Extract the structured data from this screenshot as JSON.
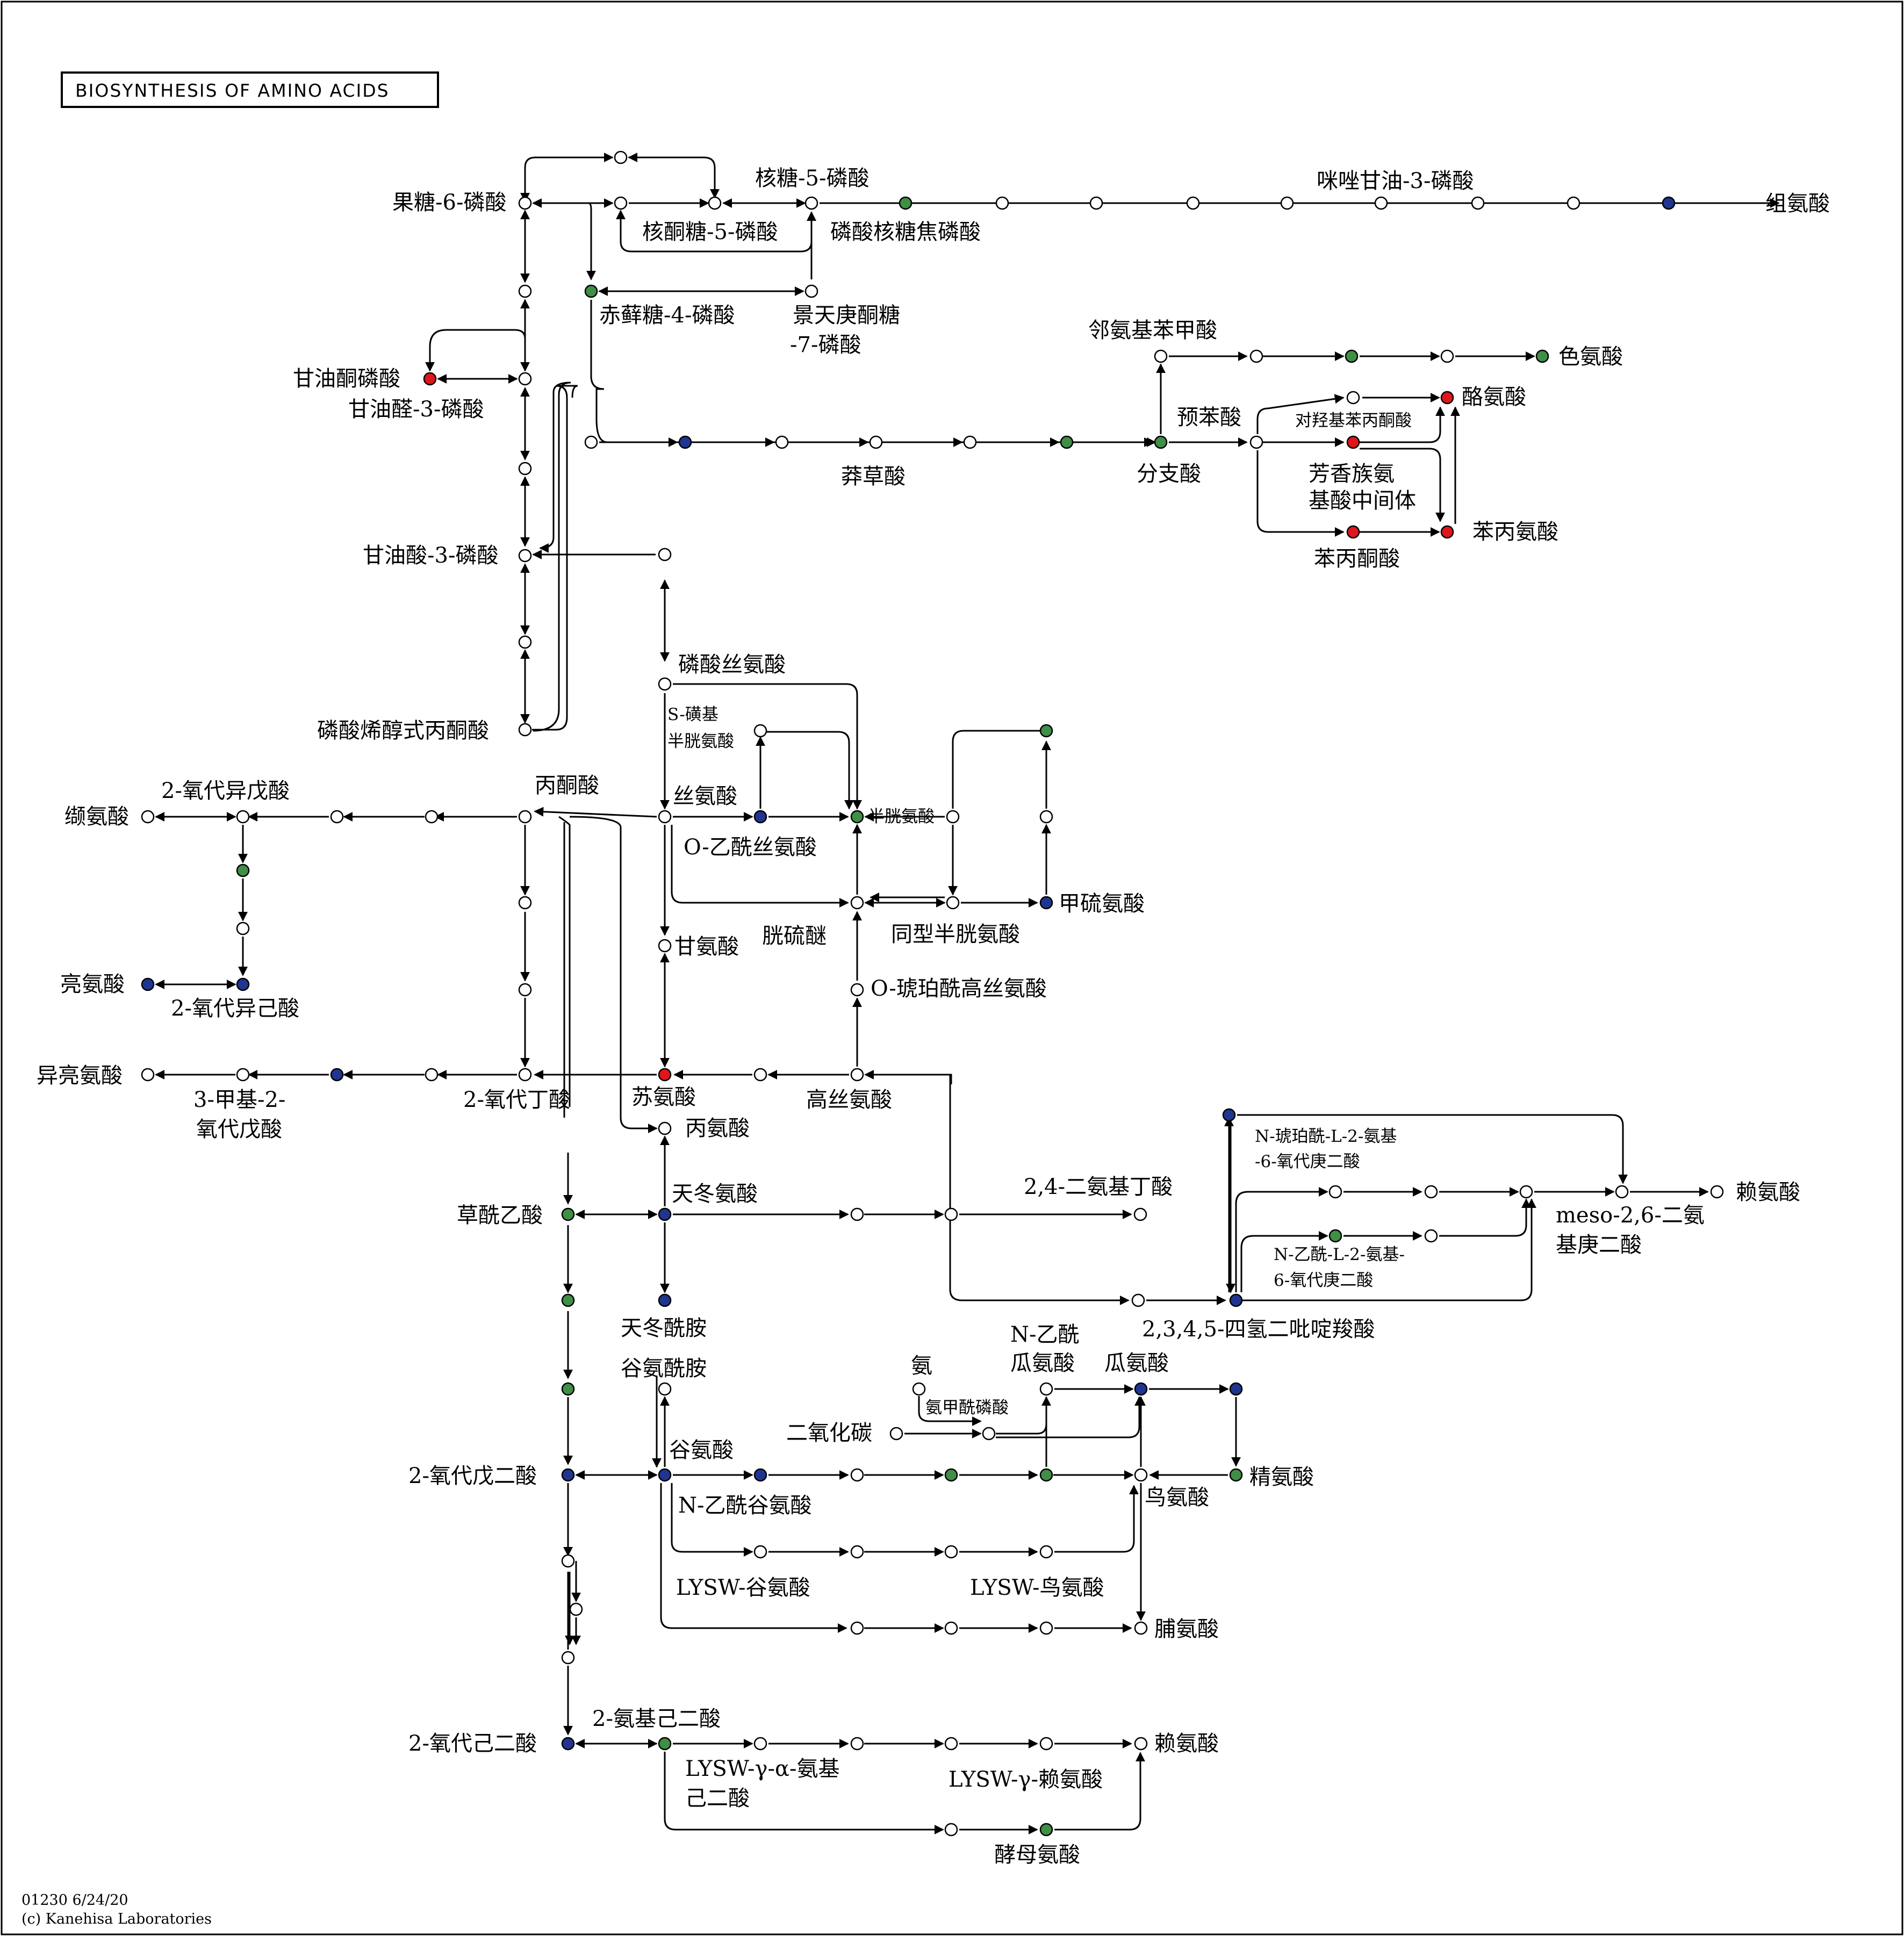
{
  "title": "BIOSYNTHESIS OF AMINO ACIDS",
  "footer": {
    "map_id": "01230 6/24/20",
    "copyright": "(c) Kanehisa Laboratories"
  },
  "colors": {
    "white": "#ffffff",
    "green": "#3f8f46",
    "blue": "#20358f",
    "red": "#e0161b"
  },
  "legend_note": "",
  "labels": {
    "fructose6p": "果糖-6-磷酸",
    "ribose5p": "核糖-5-磷酸",
    "ribulose5p": "核酮糖-5-磷酸",
    "prpp": "磷酸核糖焦磷酸",
    "igp": "咪唑甘油-3-磷酸",
    "histidine": "组氨酸",
    "erythrose4p": "赤藓糖-4-磷酸",
    "sedoheptulose": "景天庚酮糖",
    "sedoheptulose2": "-7-磷酸",
    "dhap": "甘油酮磷酸",
    "g3p": "甘油醛-3-磷酸",
    "anthranilate": "邻氨基苯甲酸",
    "tryptophan": "色氨酸",
    "prephenate": "预苯酸",
    "hpp": "对羟基苯丙酮酸",
    "tyrosine": "酪氨酸",
    "shikimate": "莽草酸",
    "chorismate": "分支酸",
    "arom1": "芳香族氨",
    "arom2": "基酸中间体",
    "phenylalanine": "苯丙氨酸",
    "phenylpyruvate": "苯丙酮酸",
    "pg3": "甘油酸-3-磷酸",
    "phosphoserine": "磷酸丝氨酸",
    "sulfocys1": "S-磺基",
    "sulfocys2": "半胱氨酸",
    "pep": "磷酸烯醇式丙酮酸",
    "oxoiso": "2-氧代异戊酸",
    "pyruvate": "丙酮酸",
    "serine": "丝氨酸",
    "cysteine": "半胱氨酸",
    "valine": "缬氨酸",
    "acetylserine": "O-乙酰丝氨酸",
    "methionine": "甲硫氨酸",
    "cystathionine": "胱硫醚",
    "homocysteine": "同型半胱氨酸",
    "glycine": "甘氨酸",
    "leucine": "亮氨酸",
    "oxoisocaproate": "2-氧代异己酸",
    "succhomoser": "O-琥珀酰高丝氨酸",
    "isoleucine": "异亮氨酸",
    "mop1": "3-甲基-2-",
    "mop2": "氧代戊酸",
    "oxobut": "2-氧代丁酸",
    "threonine": "苏氨酸",
    "homoserine": "高丝氨酸",
    "alanine": "丙氨酸",
    "sucdap1": "N-琥珀酰-L-2-氨基",
    "sucdap2": "-6-氧代庚二酸",
    "oxaloacetate": "草酰乙酸",
    "aspartate": "天冬氨酸",
    "dab": "2,4-二氨基丁酸",
    "mesodap1": "meso-2,6-二氨",
    "mesodap2": "基庚二酸",
    "lysine": "赖氨酸",
    "acdap1": "N-乙酰-L-2-氨基-",
    "acdap2": "6-氧代庚二酸",
    "asparagine": "天冬酰胺",
    "thdp": "2,3,4,5-四氢二吡啶羧酸",
    "glutamine": "谷氨酰胺",
    "ammonia": "氨",
    "acetylorn1": "N-乙酰",
    "acetylorn2": "瓜氨酸",
    "citrulline": "瓜氨酸",
    "carbamoylp": "氨甲酰磷酸",
    "co2": "二氧化碳",
    "oxoglutarate": "2-氧代戊二酸",
    "glutamate": "谷氨酸",
    "arginine": "精氨酸",
    "acetylglu": "N-乙酰谷氨酸",
    "ornithine": "鸟氨酸",
    "lyswglu": "LYSW-谷氨酸",
    "lyswornithine": "LYSW-鸟氨酸",
    "proline": "脯氨酸",
    "oxoadipate": "2-氧代己二酸",
    "aminoadipate": "2-氨基己二酸",
    "lysine2": "赖氨酸",
    "lyswaaa1": "LYSW-γ-α-氨基",
    "lyswaaa2": "己二酸",
    "lyswlys": "LYSW-γ-赖氨酸",
    "saccharopine": "酵母氨酸"
  }
}
